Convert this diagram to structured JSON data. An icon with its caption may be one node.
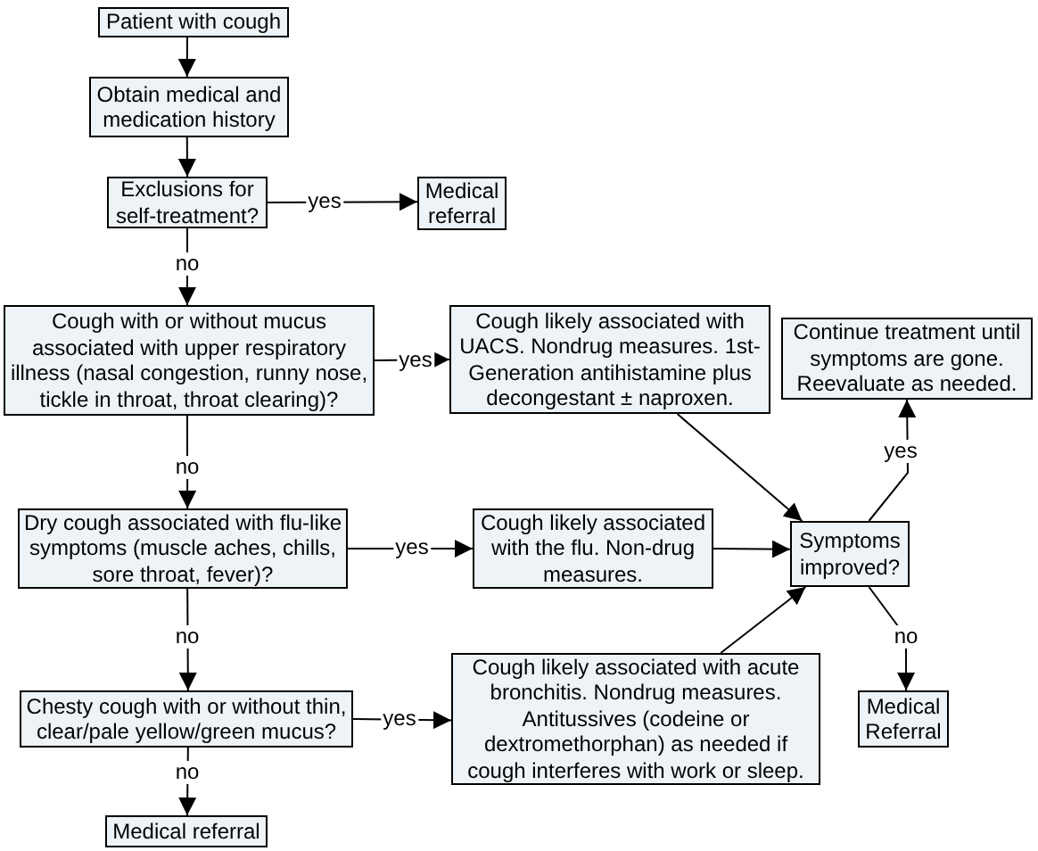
{
  "diagram": {
    "nodes": [
      {
        "text": [
          "Patient with cough"
        ]
      },
      {
        "text": [
          "Obtain medical and medication history"
        ]
      },
      {
        "text": [
          "Exclusions for self-treatment?"
        ]
      },
      {
        "text": [
          "Medical referral"
        ]
      },
      {
        "text": [
          "Cough with or without mucus associated with upper respiratory illness (nasal congestion, runny nose, tickle in throat, throat clearing)?"
        ]
      },
      {
        "text": [
          "Cough likely associated with UACS. Nondrug measures. 1st-Generation antihistamine plus decongestant ± naproxen."
        ]
      },
      {
        "text": [
          "Continue treatment until symptoms are gone. Reevaluate as needed."
        ]
      },
      {
        "text": [
          "Dry cough associated with flu-like symptoms (muscle aches, chills, sore throat, fever)?"
        ]
      },
      {
        "text": [
          "Cough likely associated with the flu. Non-drug measures."
        ]
      },
      {
        "text": [
          "Symptoms improved?"
        ]
      },
      {
        "text": [
          "Chesty cough with or without thin, clear/pale yellow/green mucus?"
        ]
      },
      {
        "text": [
          "Cough likely associated with acute bronchitis. Nondrug measures. Antitussives (codeine or dextromethorphan) as needed if cough interferes with work or sleep."
        ]
      },
      {
        "text": [
          "Medical Referral"
        ]
      },
      {
        "text": [
          "Medical referral"
        ]
      }
    ],
    "edges": [
      {
        "from": 0,
        "to": 1,
        "arrow": "to"
      },
      {
        "from": 1,
        "to": 2,
        "arrow": "to"
      },
      {
        "from": 2,
        "to": 3,
        "arrow": "to",
        "label": "yes"
      },
      {
        "from": 2,
        "to": 4,
        "arrow": "to",
        "label": "no"
      },
      {
        "from": 4,
        "to": 5,
        "arrow": "to",
        "label": "yes"
      },
      {
        "from": 4,
        "to": 7,
        "arrow": "to",
        "label": "no"
      },
      {
        "from": 7,
        "to": 8,
        "arrow": "to",
        "label": "yes"
      },
      {
        "from": 7,
        "to": 10,
        "arrow": "to",
        "label": "no"
      },
      {
        "from": 10,
        "to": 11,
        "arrow": "to",
        "label": "yes"
      },
      {
        "from": 10,
        "to": 13,
        "arrow": "to",
        "label": "no"
      },
      {
        "from": 5,
        "to": 9,
        "arrow": "to"
      },
      {
        "from": 8,
        "to": 9,
        "arrow": "to"
      },
      {
        "from": 11,
        "to": 9,
        "arrow": "to"
      },
      {
        "from": 9,
        "to": 6,
        "arrow": "to",
        "label": "yes"
      },
      {
        "from": 9,
        "to": 12,
        "arrow": "to",
        "label": "no"
      }
    ]
  }
}
